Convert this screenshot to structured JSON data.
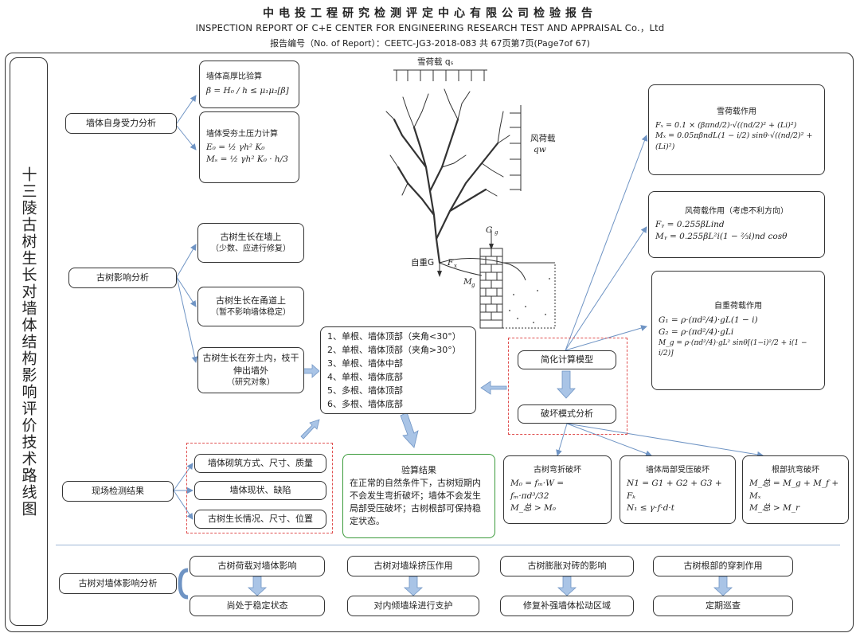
{
  "header": {
    "title_cn": "中电投工程研究检测评定中心有限公司检验报告",
    "title_en": "INSPECTION REPORT OF C+E CENTER FOR ENGINEERING RESEARCH   TEST   AND   APPRAISAL   Co.，Ltd",
    "report_no": "报告编号（No. of Report）：CEETC-JG3-2018-083        共 67页第7页(Page7of 67)"
  },
  "side_title": "十三陵古树生长对墙体结构影响评价技术路线图",
  "left": {
    "wall_self": "墙体自身受力分析",
    "tree_influence": "古树影响分析",
    "field_results": "现场检测结果",
    "impact_analysis": "古树对墙体影响分析"
  },
  "wall_calc": {
    "ratio_title": "墙体高厚比验算",
    "ratio_formula": "β = H₀ / h ≤ μ₁μ₂[β]",
    "earth_title": "墙体受夯土压力计算",
    "earth_f1": "E₀ = ½ γh² K₀",
    "earth_f2": "Mₛ = ½ γh² K₀ · h/3"
  },
  "tree_cases": {
    "on_wall": "古树生长在墙上",
    "on_wall_note": "（少数、应进行修复）",
    "on_path": "古树生长在甬道上",
    "on_path_note": "（暂不影响墙体稳定）",
    "in_earth": "古树生长在夯土内，枝干伸出墙外",
    "in_earth_note": "（研究对象）"
  },
  "root_list": [
    "1、单根、墙体顶部（夹角<30°）",
    "2、单根、墙体顶部（夹角>30°）",
    "3、单根、墙体中部",
    "4、单根、墙体底部",
    "5、多根、墙体顶部",
    "6、多根、墙体底部"
  ],
  "field_items": [
    "墙体砌筑方式、尺寸、质量",
    "墙体现状、缺陷",
    "古树生长情况、尺寸、位置"
  ],
  "result": {
    "title": "验算结果",
    "text": "在正常的自然条件下，古树短期内不会发生弯折破坏；墙体不会发生局部受压破坏；古树根部可保持稳定状态。"
  },
  "model": {
    "simplified": "简化计算模型",
    "failure": "破坏模式分析"
  },
  "figure": {
    "snow_label": "雪荷载 qₛ",
    "wind_label": "风荷载",
    "wind_sym": "qw",
    "self_weight": "自重G",
    "g_label": "G",
    "f_label": "F",
    "m_label": "M",
    "g_sub": "g",
    "x_sub": "x",
    "ms_sub": "g"
  },
  "loads": {
    "snow_title": "雪荷载作用",
    "snow_f1": "Fₓ = 0.1 × (βπnd/2)·√((nd/2)² + (Li)²)",
    "snow_f2": "Mₓ = 0.05πβndL(1 − i/2) sinθ·√((nd/2)² + (Li)²)",
    "wind_title": "风荷载作用（考虑不利方向）",
    "wind_f1": "Fᵧ = 0.255βLind",
    "wind_f2": "Mᵧ = 0.255βL²i(1 − ⅔i)nd cosθ",
    "self_title": "自重荷载作用",
    "self_f1": "G₁ = ρ·(πd²/4)·gL(1 − i)",
    "self_f2": "G₂ = ρ·(πd²/4)·gLi",
    "self_f3": "M_g = ρ·(πd²/4)·gL² sinθ[(1−i)²/2 + i(1 − i/2)]"
  },
  "failures": {
    "bend_title": "古树弯折破坏",
    "bend_f1": "M₀ = fₘ·W = fₘ·πd³/32",
    "bend_f2": "M_总 > M₀",
    "local_title": "墙体局部受压破坏",
    "local_f1": "N1 = G1 + G2 + G3 + Fₖ",
    "local_f2": "N₁ ≤ γ·f·d·t",
    "root_title": "根部抗弯破坏",
    "root_f1": "M_总 = M_g + M_f + Mₓ",
    "root_f2": "M_总 > M_r"
  },
  "bottom": [
    {
      "top": "古树荷载对墙体影响",
      "bottom": "尚处于稳定状态"
    },
    {
      "top": "古树对墙垛挤压作用",
      "bottom": "对内倾墙垛进行支护"
    },
    {
      "top": "古树膨胀对砖的影响",
      "bottom": "修复补强墙体松动区域"
    },
    {
      "top": "古树根部的穿刺作用",
      "bottom": "定期巡查"
    }
  ]
}
